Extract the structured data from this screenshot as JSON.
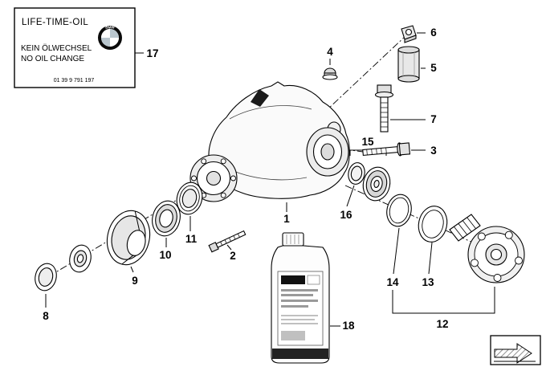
{
  "page": {
    "background": "#ffffff",
    "line_color": "#000000",
    "shade_color": "#e8e8e8"
  },
  "info_label": {
    "title": "LIFE-TIME-OIL",
    "line_de": "KEIN ÖLWECHSEL",
    "line_en": "NO OIL CHANGE",
    "part_number": "01 39 9 791 197",
    "logo_text": "BMW"
  },
  "icons": {
    "logo": "bmw-roundel",
    "nav": "hatched-arrow-right"
  },
  "parts": [
    {
      "label": "1"
    },
    {
      "label": "2"
    },
    {
      "label": "3"
    },
    {
      "label": "4"
    },
    {
      "label": "5"
    },
    {
      "label": "6"
    },
    {
      "label": "7"
    },
    {
      "label": "8"
    },
    {
      "label": "9"
    },
    {
      "label": "10"
    },
    {
      "label": "11"
    },
    {
      "label": "12"
    },
    {
      "label": "13"
    },
    {
      "label": "14"
    },
    {
      "label": "15"
    },
    {
      "label": "16"
    },
    {
      "label": "17"
    },
    {
      "label": "18"
    }
  ]
}
